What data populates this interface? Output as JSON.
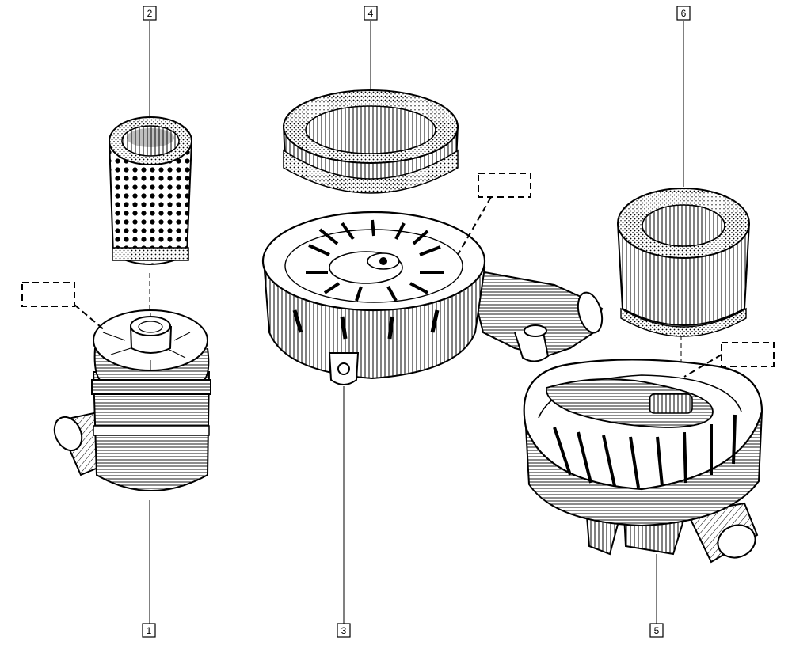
{
  "callouts": {
    "c1": "1",
    "c2": "2",
    "c3": "3",
    "c4": "4",
    "c5": "5",
    "c6": "6"
  },
  "placeholders": {
    "p1": "",
    "p2": "",
    "p3": ""
  }
}
